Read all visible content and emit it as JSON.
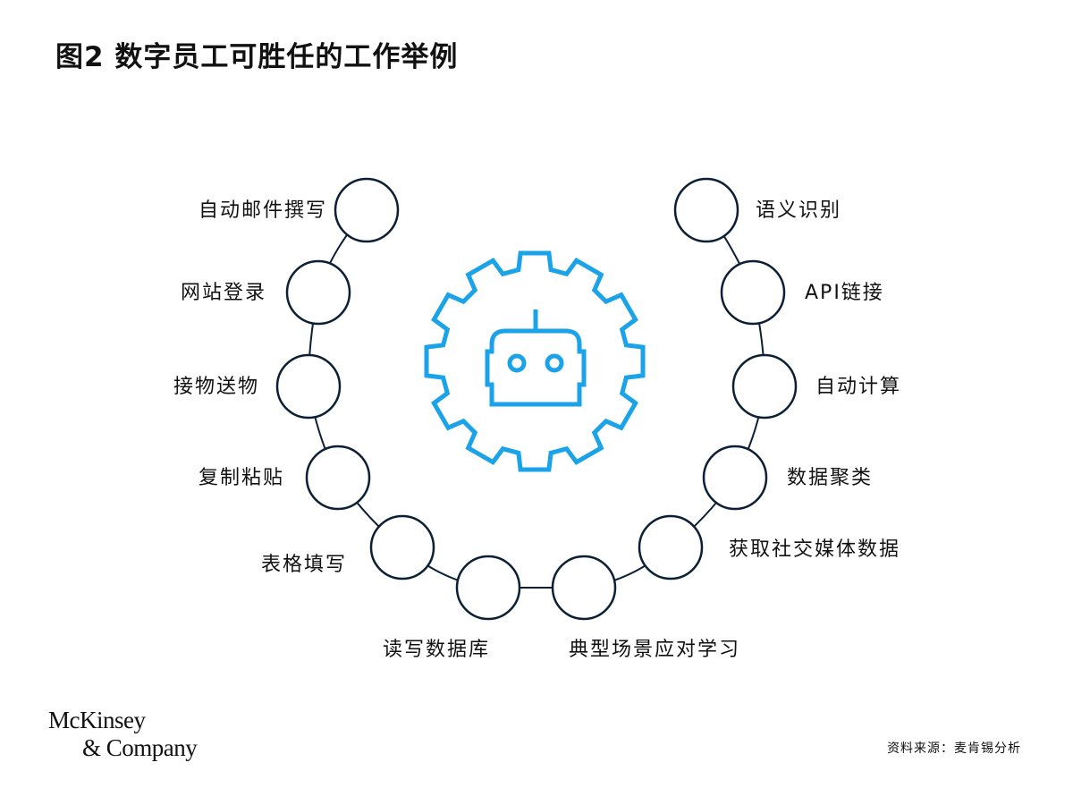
{
  "title": "图2 数字员工可胜任的工作举例",
  "center_icon": "robot-gear-icon",
  "colors": {
    "accent": "#1aa3e8",
    "circle_stroke": "#0b1f35"
  },
  "left_tasks": [
    "自动邮件撰写",
    "网站登录",
    "接物送物",
    "复制粘贴",
    "表格填写",
    "读写数据库"
  ],
  "right_tasks": [
    "典型场景应对学习",
    "获取社交媒体数据",
    "数据聚类",
    "自动计算",
    "API链接",
    "语义识别"
  ],
  "logo": {
    "line1": "McKinsey",
    "line2": "& Company"
  },
  "source": "资料来源：麦肯锡分析"
}
